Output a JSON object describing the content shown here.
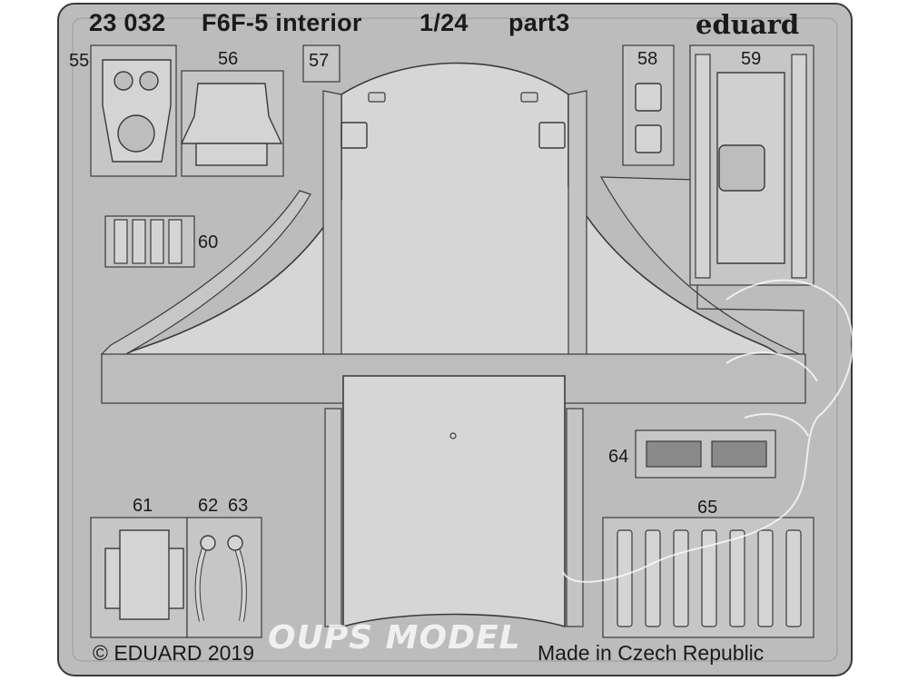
{
  "header": {
    "code": "23 032",
    "name": "F6F-5 interior",
    "scale": "1/24",
    "part": "part3",
    "brand": "eduard"
  },
  "parts": {
    "p55": "55",
    "p56": "56",
    "p57": "57",
    "p58": "58",
    "p59": "59",
    "p60": "60",
    "p61": "61",
    "p62": "62",
    "p63": "63",
    "p64": "64",
    "p65": "65"
  },
  "footer": {
    "copyright": "© EDUARD 2019",
    "origin": "Made in Czech Republic"
  },
  "watermark": "OUPS MODEL",
  "colors": {
    "fret": "#bcbcbc",
    "panel": "#d4d4d4",
    "outline": "#3a3a3a",
    "text": "#1a1a1a"
  }
}
